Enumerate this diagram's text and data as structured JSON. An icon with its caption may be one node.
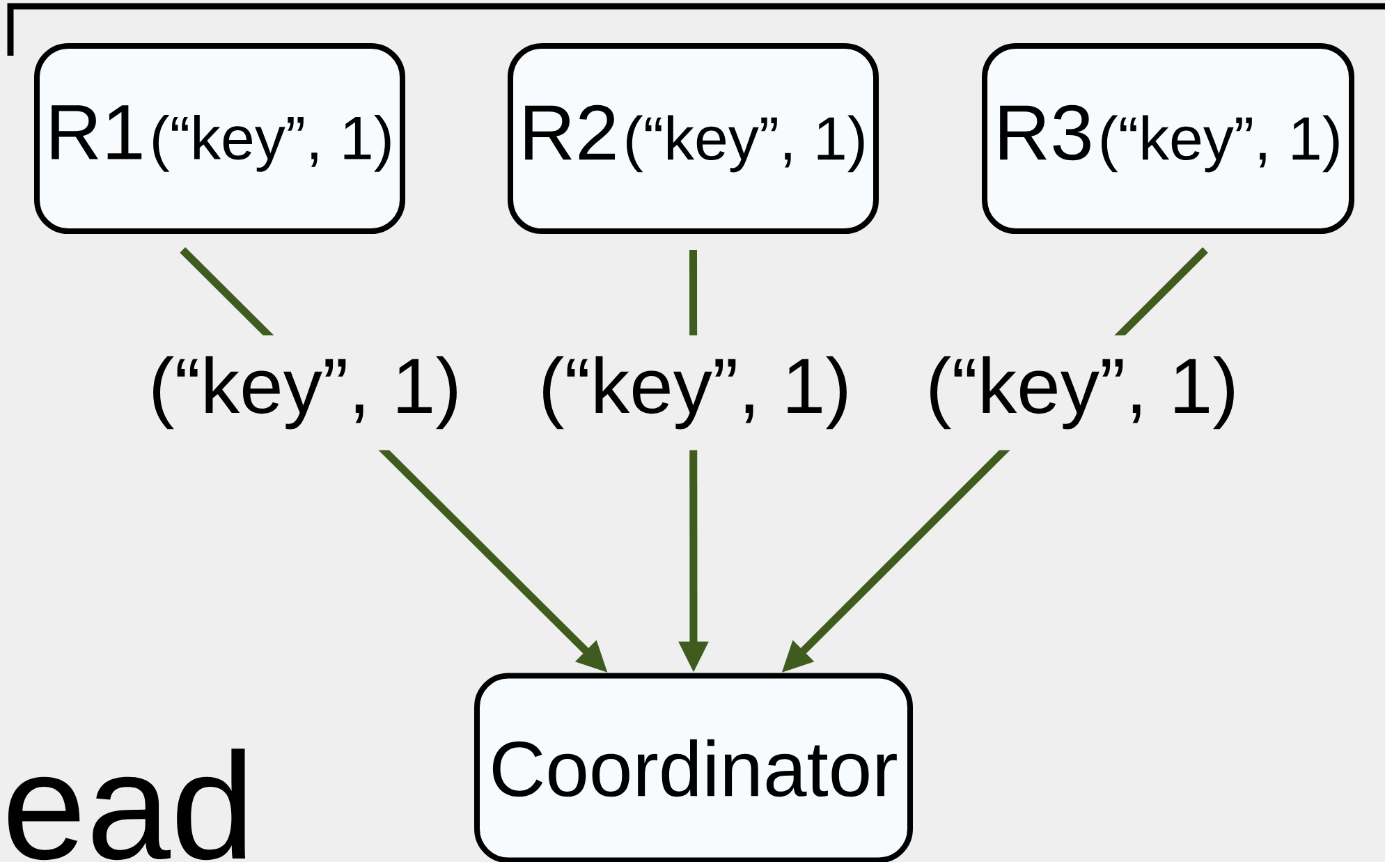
{
  "diagram": {
    "nodes": [
      {
        "text": [
          "R1",
          "(“key”, 1)"
        ]
      },
      {
        "text": [
          "R2",
          "(“key”, 1)"
        ]
      },
      {
        "text": [
          "R3",
          "(“key”, 1)"
        ]
      },
      {
        "text": [
          "Coordinator"
        ]
      }
    ],
    "edges": [
      {
        "from": 0,
        "to": 3,
        "arrow": "to",
        "label": "(“key”, 1)"
      },
      {
        "from": 1,
        "to": 3,
        "arrow": "to",
        "label": "(“key”, 1)"
      },
      {
        "from": 2,
        "to": 3,
        "arrow": "to",
        "label": "(“key”, 1)"
      }
    ],
    "labels": [
      "ead"
    ]
  }
}
